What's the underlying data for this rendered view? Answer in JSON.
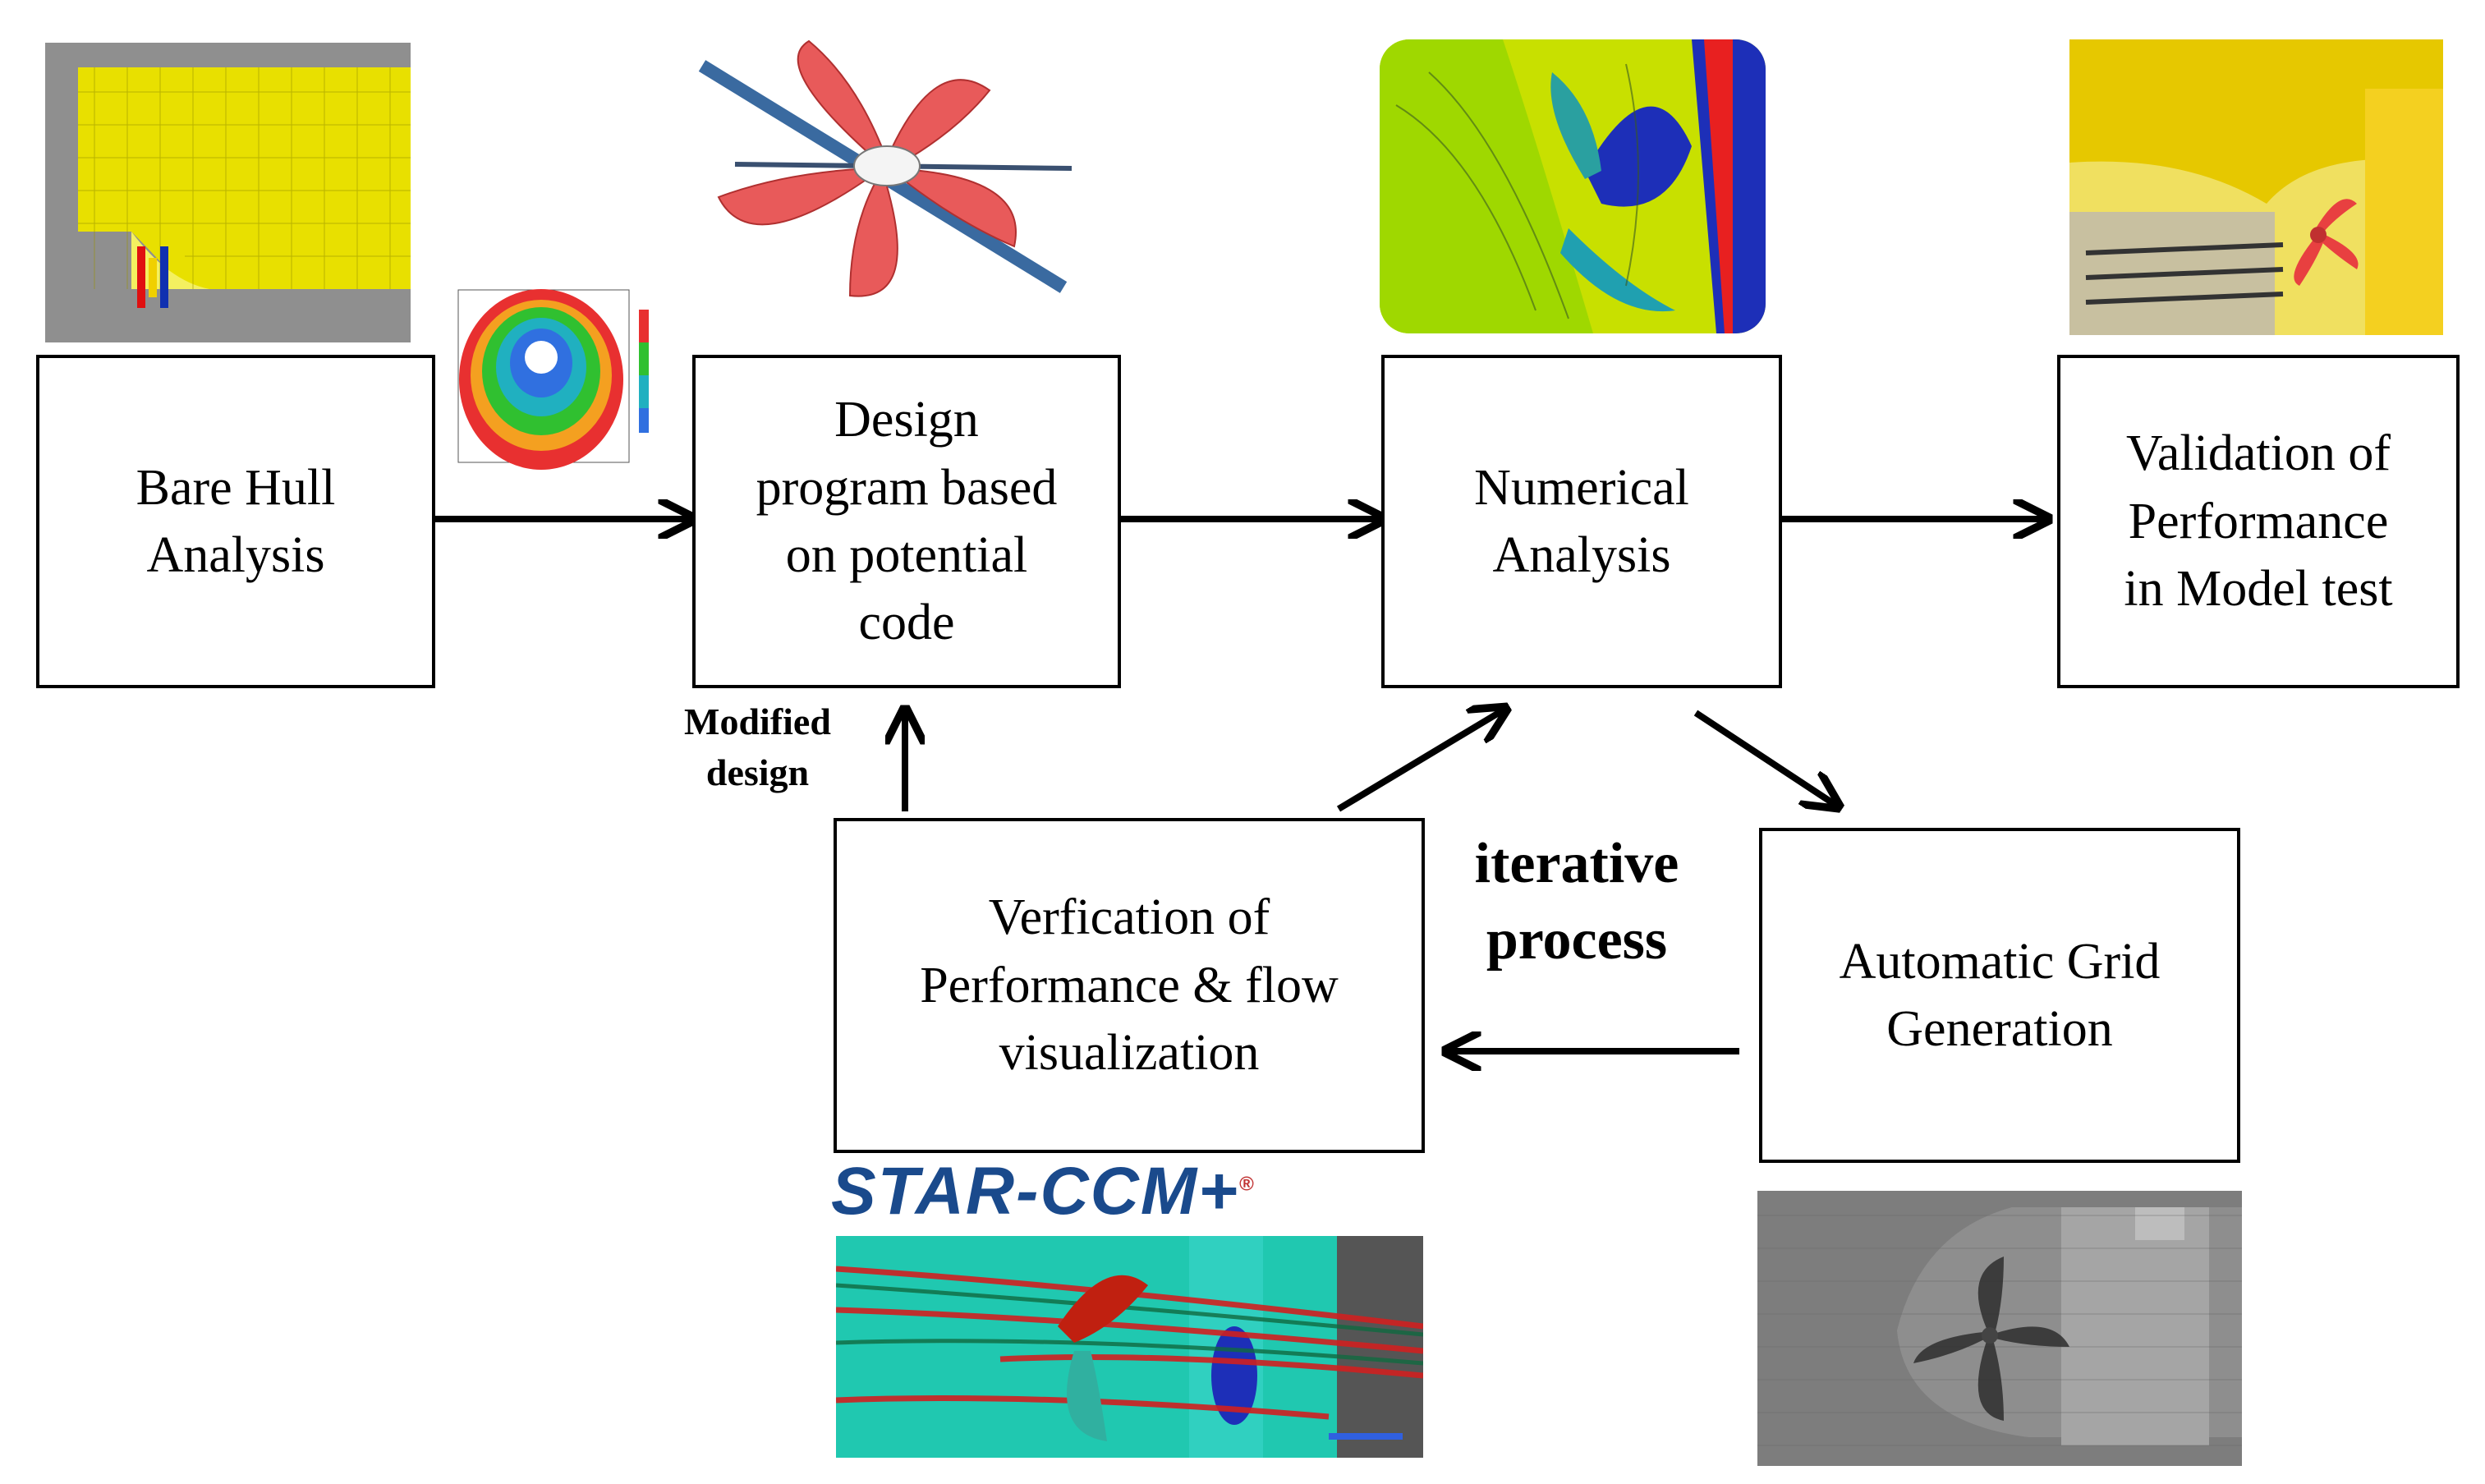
{
  "boxes": {
    "bare_hull": "Bare Hull\nAnalysis",
    "design_program": "Design\nprogram based\non potential\ncode",
    "numerical": "Numerical\nAnalysis",
    "validation": "Validation of\nPerformance\nin Model test",
    "verification": "Verfication of\nPerformance & flow\nvisualization",
    "grid_generation": "Automatic Grid\nGeneration"
  },
  "labels": {
    "modified_design": "Modified\ndesign",
    "iterative_process": "iterative\nprocess"
  },
  "logo": {
    "text": "STAR-CCM+",
    "registered": "®",
    "color": "#1a4a8c"
  },
  "colors": {
    "hull_yellow": "#e8e000",
    "propeller_red": "#e85a5a",
    "cfd_blue": "#1d2fb8",
    "mesh_gray": "#9a9a9a"
  }
}
